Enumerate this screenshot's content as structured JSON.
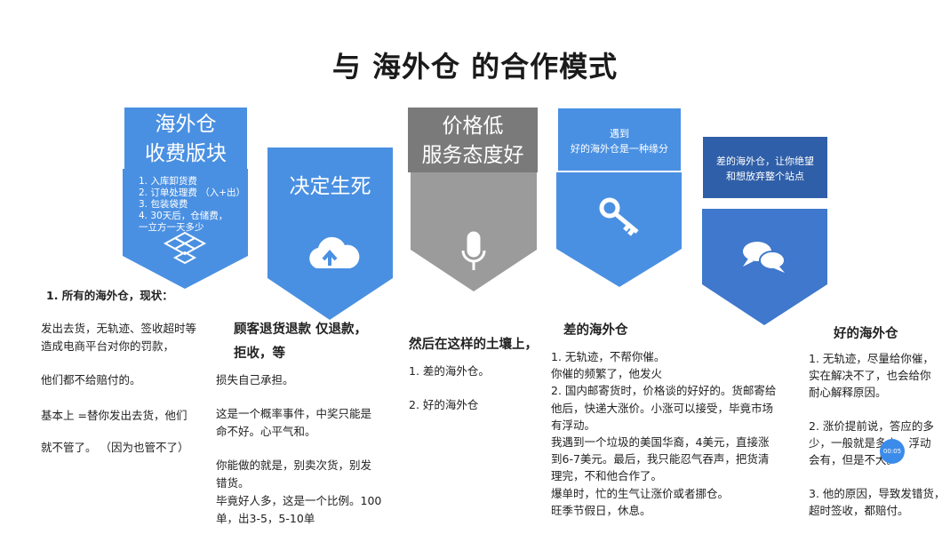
{
  "title": "与 海外仓 的合作模式",
  "colors": {
    "blue": "#4a90e2",
    "dark_blue": "#2f5fa8",
    "gray": "#9b9b9b",
    "dark_gray": "#7a7a7a"
  },
  "panel1": {
    "banner": "海外仓\n收费版块",
    "list": "1. 入库卸货费\n2. 订单处理费 （入+出）\n3. 包装袋费\n4. 30天后，仓储费，\n一立方一天多少",
    "icon": "dropbox-icon"
  },
  "panel2": {
    "banner": "决定生死",
    "icon": "cloud-upload-icon"
  },
  "panel3": {
    "banner": "价格低\n服务态度好",
    "icon": "microphone-icon"
  },
  "panel4": {
    "banner": "遇到\n好的海外仓是一种缘分",
    "icon": "key-icon"
  },
  "panel5": {
    "banner": "差的海外仓，让你绝望\n和想放弃整个站点",
    "icon": "chat-bubbles-icon"
  },
  "col1": {
    "heading": "1. 所有的海外仓，现状：",
    "p1": "  发出去货，无轨迹、签收超时等\n造成电商平台对你的罚款，",
    "p2": "他们都不给赔付的。",
    "p3": "基本上 =替你发出去货，他们",
    "p4": "就不管了。   （因为也管不了）"
  },
  "col2": {
    "heading": "顾客退货退款 仅退款，\n拒收，等",
    "p1": "损失自己承担。",
    "p2": "这是一个概率事件，中奖只能是\n命不好。心平气和。",
    "p3": "你能做的就是，别卖次货，别发\n错货。\n毕竟好人多，这是一个比例。100\n单，出3-5，5-10单"
  },
  "col3": {
    "heading": "然后在这样的土壤上，",
    "p1": "1. 差的海外仓。",
    "p2": "2. 好的海外仓"
  },
  "col4": {
    "heading": "差的海外仓",
    "body": "1. 无轨迹，不帮你催。\n你催的频繁了，他发火\n2. 国内邮寄货时，价格谈的好好的。货邮寄给\n他后，快递大涨价。小涨可以接受，毕竟市场\n有浮动。\n我遇到一个垃圾的美国华裔，4美元，直接涨\n到6-7美元。最后，我只能忍气吞声，把货清\n理完，不和他合作了。\n爆单时，忙的生气让涨价或者挪仓。\n旺季节假日，休息。"
  },
  "col5": {
    "heading": "好的海外仓",
    "p1": "1. 无轨迹，尽量给你催，\n实在解决不了，也会给你\n耐心解释原因。",
    "p2": "2. 涨价提前说，答应的多\n少，一般就是多少。浮动\n会有，但是不大。",
    "p3": "3. 他的原因，导致发错货，\n超时签收，都赔付。"
  },
  "badge": "00:05"
}
